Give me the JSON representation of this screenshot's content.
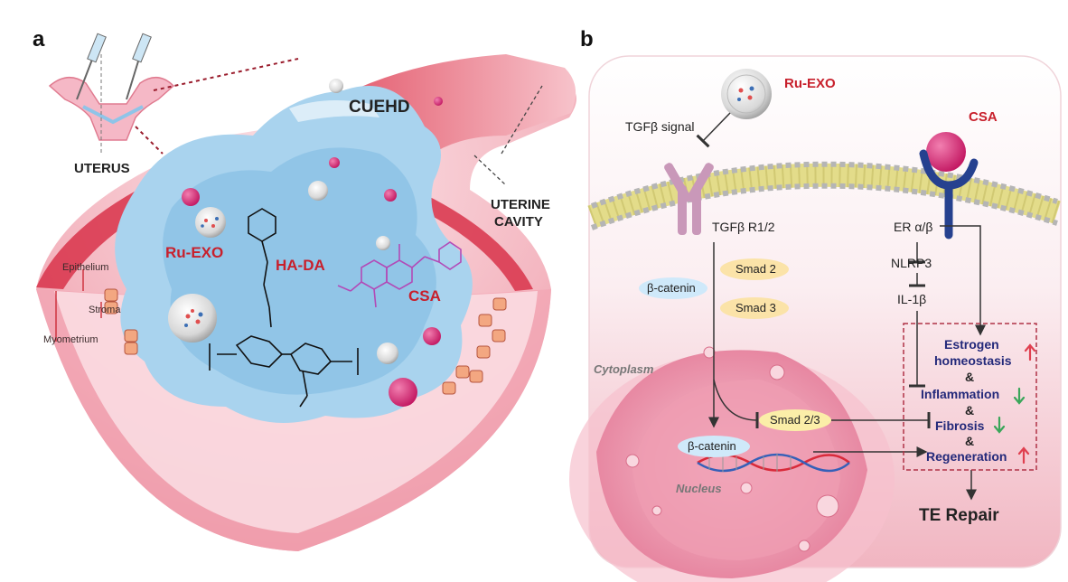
{
  "panel_a": {
    "letter": "a",
    "uterus": "UTERUS",
    "cuehd": "CUEHD",
    "uterine_cavity_line1": "UTERINE",
    "uterine_cavity_line2": "CAVITY",
    "ru_exo": "Ru-EXO",
    "ha_da": "HA-DA",
    "csa": "CSA",
    "epithelium": "Epithelium",
    "stroma": "Stroma",
    "myometrium": "Myometrium"
  },
  "panel_b": {
    "letter": "b",
    "ru_exo": "Ru-EXO",
    "csa": "CSA",
    "tgfb_signal": "TGFβ signal",
    "tgfb_receptor": "TGFβ R1/2",
    "er": "ER α/β",
    "nlrp3": "NLRP3",
    "il1b": "IL-1β",
    "smad2": "Smad 2",
    "smad3": "Smad 3",
    "smad23": "Smad 2/3",
    "beta_catenin": "β-catenin",
    "beta_catenin_nuc": "β-catenin",
    "cytoplasm": "Cytoplasm",
    "nucleus": "Nucleus",
    "outcomes": {
      "estrogen_1": "Estrogen",
      "estrogen_2": "homeostasis",
      "amp1": "&",
      "inflammation": "Inflammation",
      "amp2": "&",
      "fibrosis": "Fibrosis",
      "amp3": "&",
      "regeneration": "Regeneration"
    },
    "te_repair": "TE Repair"
  },
  "colors": {
    "red": "#c8202c",
    "navy": "#23297a",
    "hydrogel_blue": "#a9d3ee",
    "membrane_yellow": "#e3dc8a",
    "pink_bg": "#f8dfe4",
    "magenta": "#d9246b",
    "up_arrow": "#e04050",
    "down_arrow": "#3aa65a"
  }
}
